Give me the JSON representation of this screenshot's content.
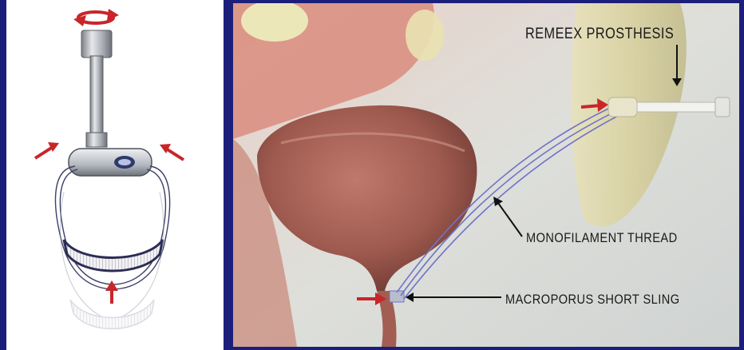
{
  "labels": {
    "prosthesis": "REMEEX PROSTHESIS",
    "thread": "MONOFILAMENT THREAD",
    "sling": "MACROPORUS SHORT SLING"
  },
  "colors": {
    "frame": "#1c1f7a",
    "arrow_red": "#c8262a",
    "thread_blue": "#6f74c9",
    "tissue": "#b46a5e",
    "label_text": "#1a1a1a"
  }
}
